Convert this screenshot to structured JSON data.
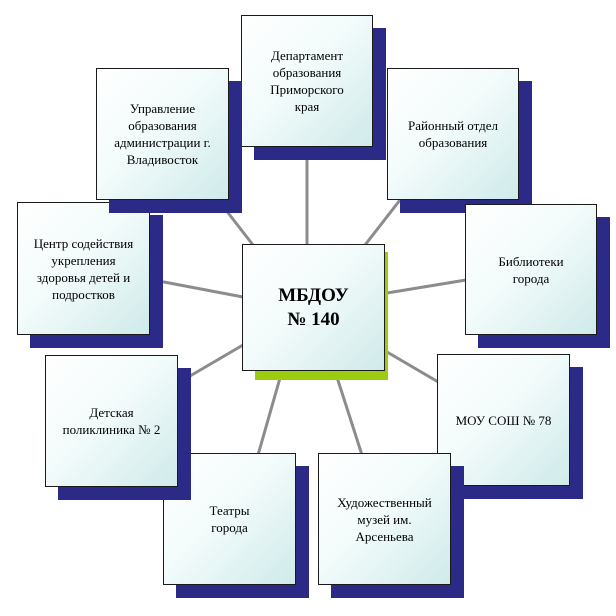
{
  "diagram": {
    "center": {
      "label": "МБДОУ\n№ 140"
    },
    "nodes": [
      {
        "key": "department",
        "label": "Департамент\nобразования\nПриморского\nкрая"
      },
      {
        "key": "rayon",
        "label": "Районный отдел\nобразования"
      },
      {
        "key": "libraries",
        "label": "Библиотеки\nгорода"
      },
      {
        "key": "school",
        "label": "МОУ СОШ № 78"
      },
      {
        "key": "museum",
        "label": "Художественный\nмузей им.\nАрсеньева"
      },
      {
        "key": "theatres",
        "label": "Театры\nгорода"
      },
      {
        "key": "clinic",
        "label": "Детская\nполиклиника № 2"
      },
      {
        "key": "health_center",
        "label": "Центр  содействия\nукрепления\nздоровья детей и\nподростков"
      },
      {
        "key": "admin",
        "label": "Управление\nобразования\nадминистрации г.\nВладивосток"
      }
    ],
    "colors": {
      "shadow": "#2b2b87",
      "center_shadow": "#9ccc0f",
      "connector": "#8c8c8c"
    }
  }
}
